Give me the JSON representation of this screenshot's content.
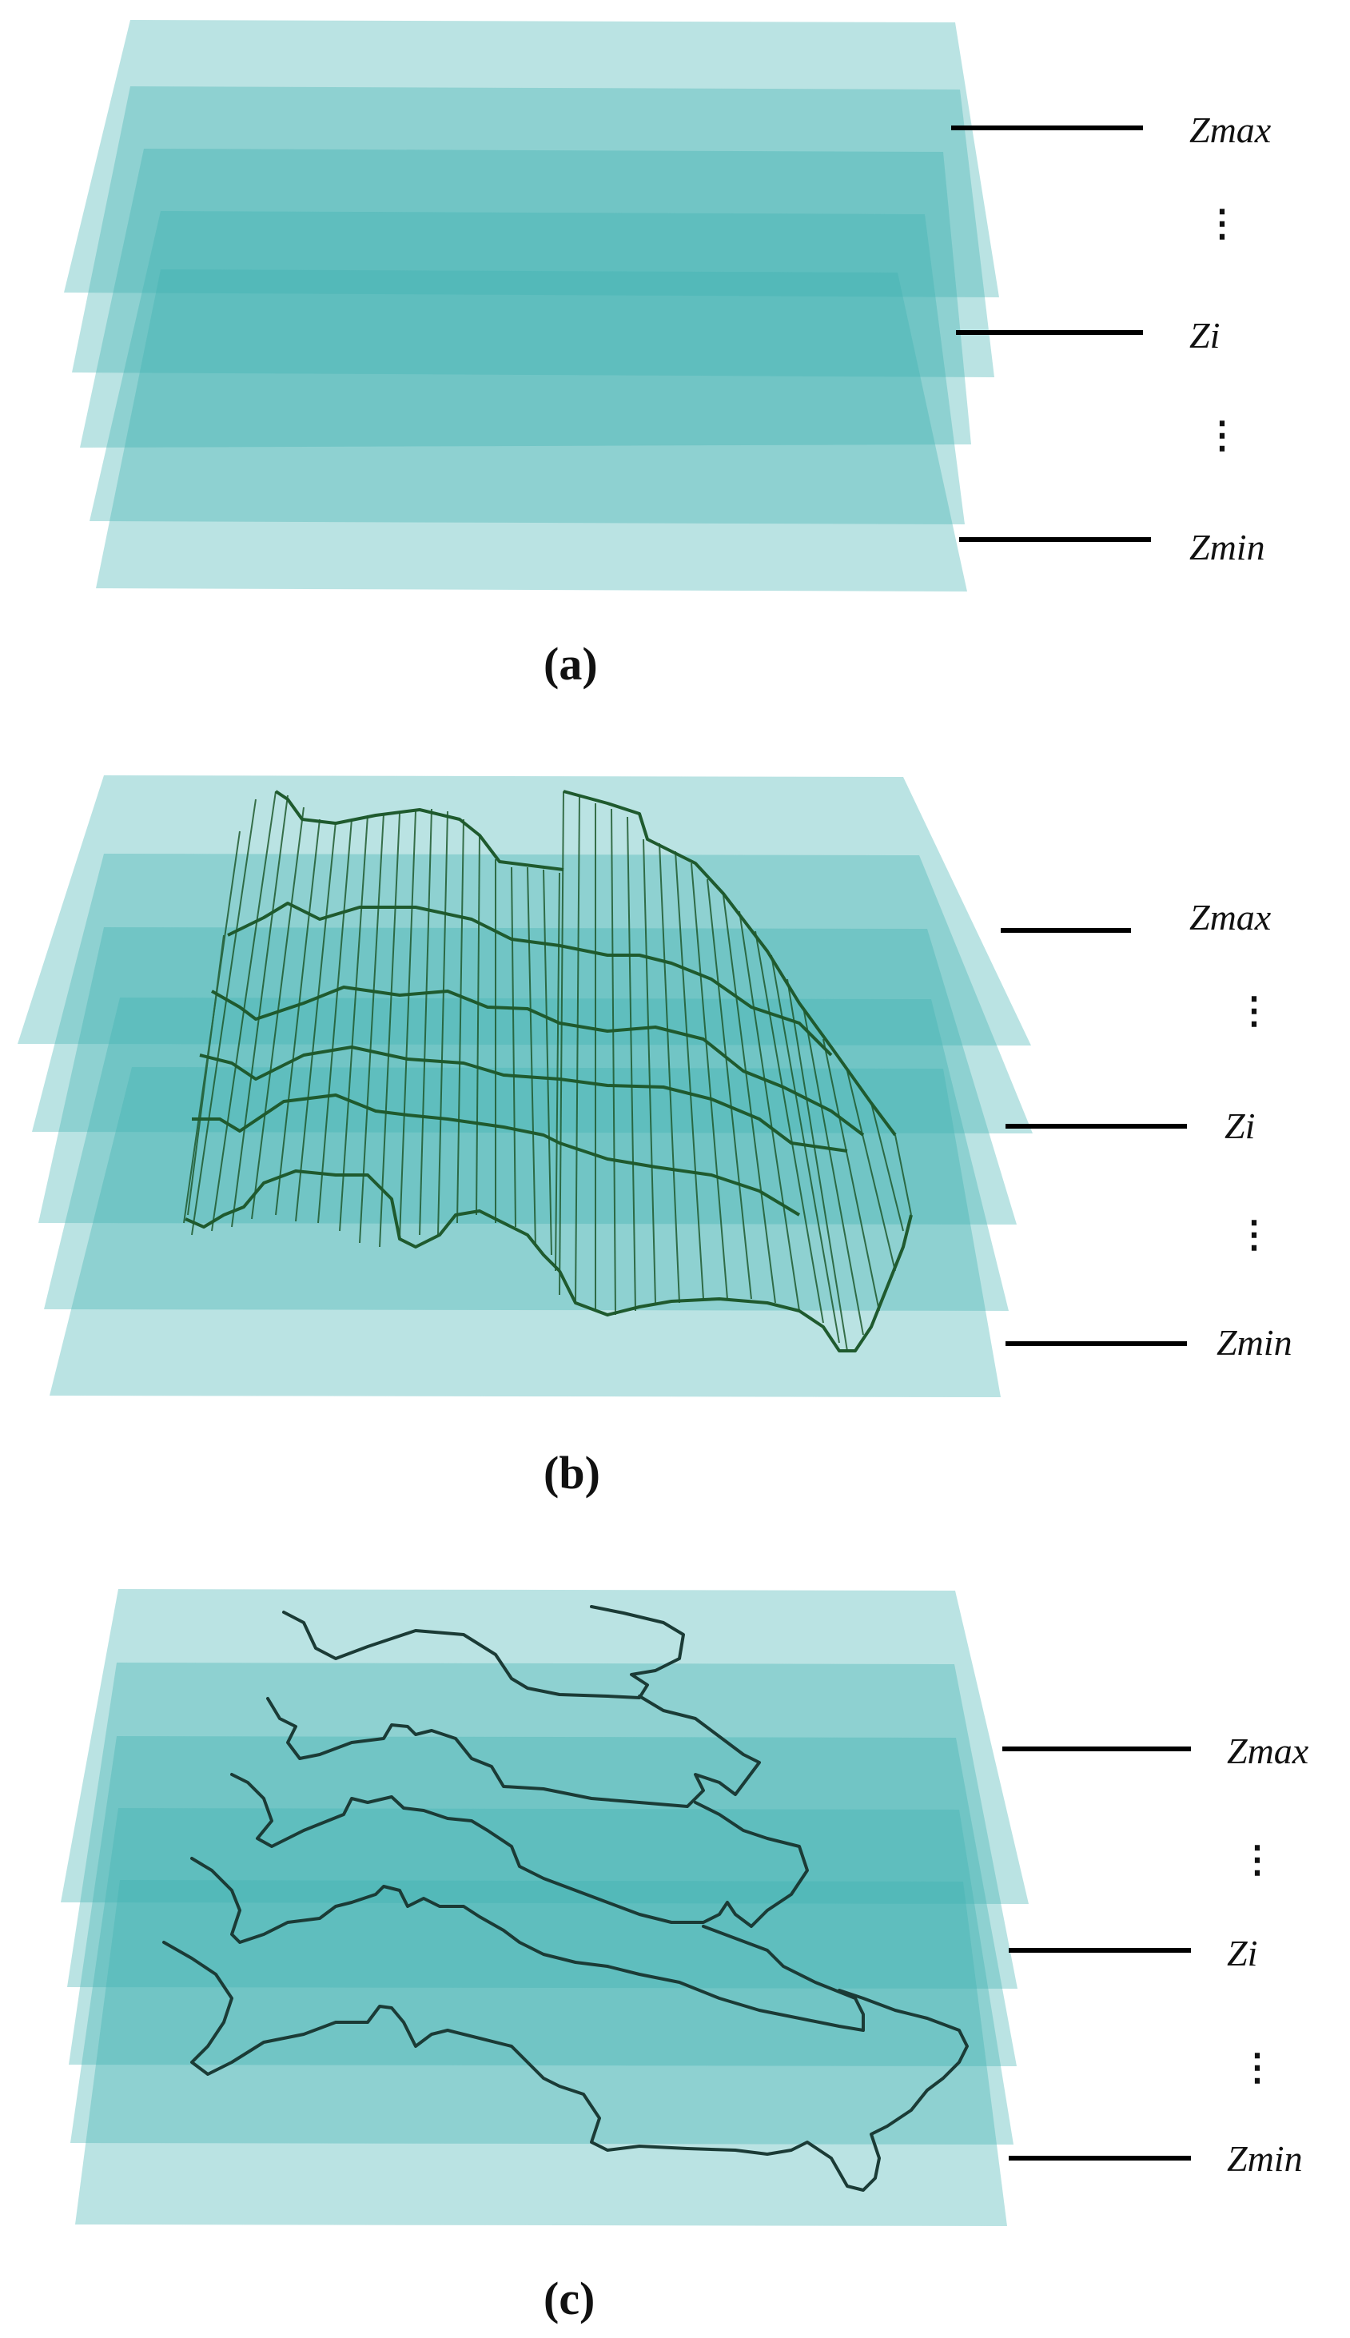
{
  "panels": [
    {
      "id": "a",
      "caption": "(a)",
      "labels": {
        "top": "Zmax",
        "middle": "Zi",
        "bottom": "Zmin"
      },
      "ellipsis": "⋮",
      "content": "planes-only"
    },
    {
      "id": "b",
      "caption": "(b)",
      "labels": {
        "top": "Zmax",
        "middle": "Zi",
        "bottom": "Zmin"
      },
      "ellipsis": "⋮",
      "content": "wireframe-surface"
    },
    {
      "id": "c",
      "caption": "(c)",
      "labels": {
        "top": "Zmax",
        "middle": "Zi",
        "bottom": "Zmin"
      },
      "ellipsis": "⋮",
      "content": "contour-lines"
    }
  ],
  "colors": {
    "plane_fill": "#3fb2b2",
    "wire": "#1f5a2e",
    "contour": "#1b3b36",
    "leader_line": "#000000"
  }
}
